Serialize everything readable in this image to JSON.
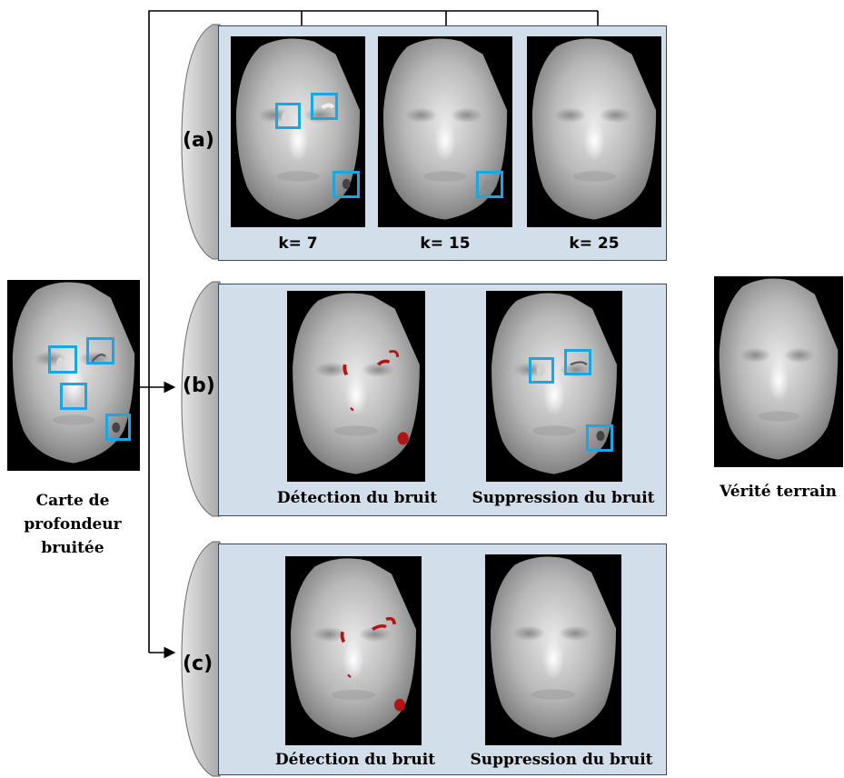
{
  "left_input": {
    "caption_lines": [
      "Carte de",
      "profondeur",
      "bruitée"
    ]
  },
  "ground_truth": {
    "caption": "Vérité terrain"
  },
  "row_a": {
    "label": "(a)",
    "captions": [
      "k= 7",
      "k= 15",
      "k= 25"
    ]
  },
  "row_b": {
    "label": "(b)",
    "captions": [
      "Détection du bruit",
      "Suppression du bruit"
    ]
  },
  "row_c": {
    "label": "(c)",
    "captions": [
      "Détection du bruit",
      "Suppression du bruit"
    ]
  },
  "colors": {
    "panel_bg": "#d2deea",
    "box_outline": "#1aa6e2",
    "noise_mark": "#b01515",
    "arrow": "#000000"
  }
}
